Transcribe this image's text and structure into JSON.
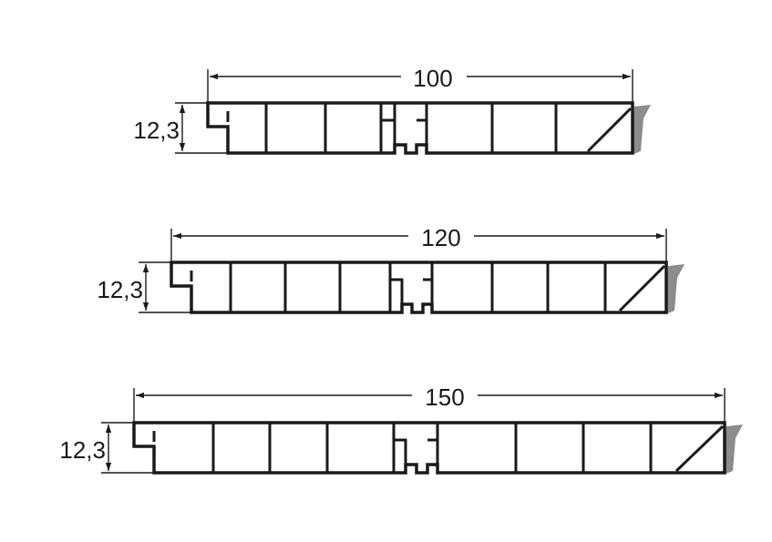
{
  "profiles": [
    {
      "width_label": "100",
      "height_label": "12,3"
    },
    {
      "width_label": "120",
      "height_label": "12,3"
    },
    {
      "width_label": "150",
      "height_label": "12,3"
    }
  ],
  "colors": {
    "line": "#1a1a1a",
    "shadow": "#8c8c8c",
    "background": "#ffffff"
  }
}
